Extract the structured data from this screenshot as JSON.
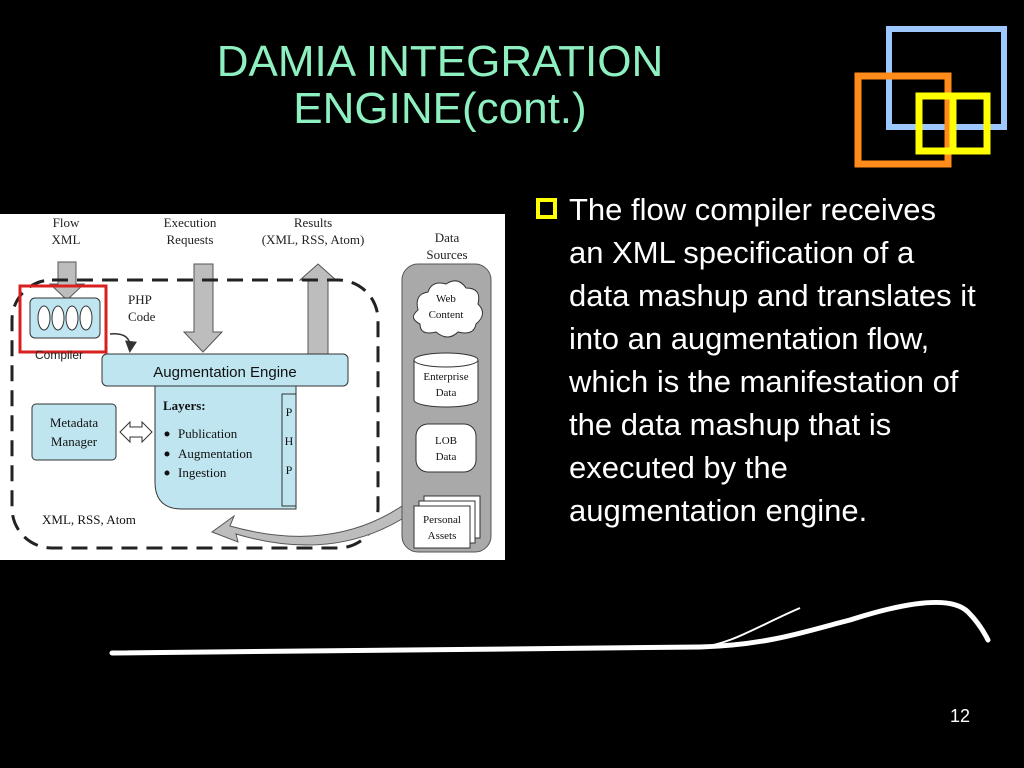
{
  "slide": {
    "title_line1": "DAMIA INTEGRATION",
    "title_line2": "ENGINE(cont.)",
    "page_number": "12",
    "colors": {
      "title": "#8ef0c0",
      "square_blue": "#9cc8ff",
      "square_orange": "#ff8c1a",
      "square_yellow": "#ffff00",
      "bullet": "#ffff00"
    }
  },
  "bullet": {
    "icon": "hollow-square-bullet-icon",
    "text": "The flow compiler receives an XML specification of a data mashup and translates it into an augmentation flow, which is the manifestation of the data mashup that is executed by the augmentation  engine."
  },
  "diagram": {
    "flow_xml_1": "Flow",
    "flow_xml_2": "XML",
    "exec_1": "Execution",
    "exec_2": "Requests",
    "results_1": "Results",
    "results_2": "(XML, RSS, Atom)",
    "php_code_1": "PHP",
    "php_code_2": "Code",
    "compiler": "Compiler",
    "augmentation_engine": "Augmentation Engine",
    "metadata_1": "Metadata",
    "metadata_2": "Manager",
    "layers_title": "Layers:",
    "layers": [
      "Publication",
      "Augmentation",
      "Ingestion"
    ],
    "php_letters": [
      "P",
      "H",
      "P"
    ],
    "bottom_label": "XML, RSS, Atom",
    "data_sources_1": "Data",
    "data_sources_2": "Sources",
    "web_content_1": "Web",
    "web_content_2": "Content",
    "enterprise_1": "Enterprise",
    "enterprise_2": "Data",
    "lob_1": "LOB",
    "lob_2": "Data",
    "personal_1": "Personal",
    "personal_2": "Assets"
  }
}
